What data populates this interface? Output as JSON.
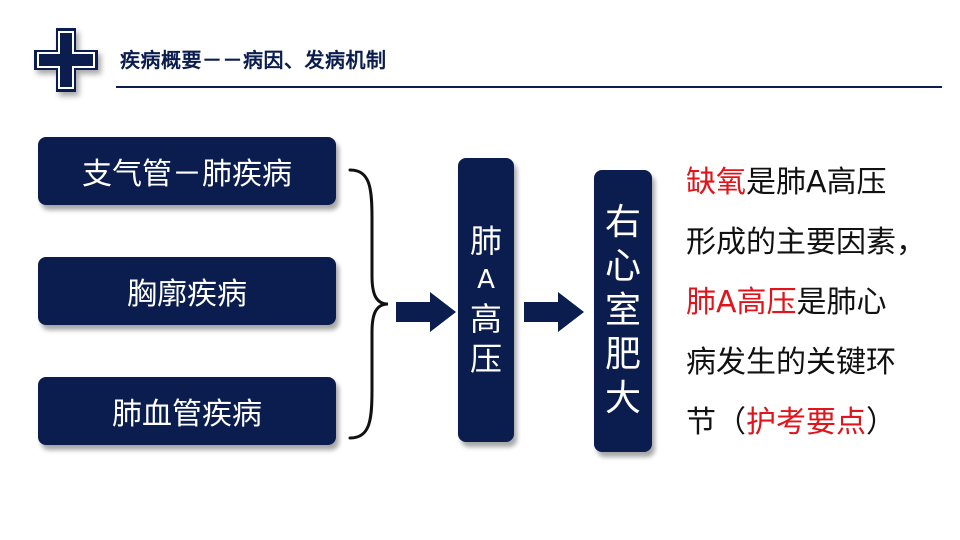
{
  "header": {
    "title": "疾病概要－－病因、发病机制"
  },
  "causes": [
    "支气管－肺疾病",
    "胸廓疾病",
    "肺血管疾病"
  ],
  "stage1": [
    "肺",
    "A",
    "高",
    "压"
  ],
  "stage2": [
    "右",
    "心",
    "室",
    "肥",
    "大"
  ],
  "note": {
    "line1_red": "缺氧",
    "line1_rest": "是肺A高压",
    "line2": "形成的主要因素，",
    "line3_red": "肺A高压",
    "line3_rest": "是肺心",
    "line4": "病发生的关键环",
    "line5_a": "节（",
    "line5_red": "护考要点",
    "line5_b": "）"
  },
  "colors": {
    "navy": "#0b1d4e",
    "accent_red": "#e0141a"
  },
  "icons": {
    "header": "medical-cross-icon",
    "brace": "curly-brace",
    "arrows": "right-arrow-icon"
  }
}
